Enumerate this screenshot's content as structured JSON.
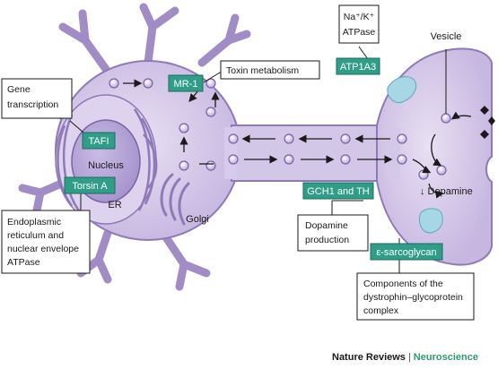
{
  "labels": {
    "nucleus": "Nucleus",
    "er": "ER",
    "golgi": "Golgi",
    "vesicle": "Vesicle",
    "dopamine": "↓ Dopamine",
    "toxin_metabolism": "Toxin metabolism"
  },
  "proteins": {
    "tafi": "TAFI",
    "torsin_a": "Torsin A",
    "mr1": "MR-1",
    "atp1a3": "ATP1A3",
    "gch1_th": "GCH1 and TH",
    "e_sarcoglycan": "ε-sarcoglycan"
  },
  "callouts": {
    "gene_transcription": [
      "Gene",
      "transcription"
    ],
    "er_atpase": [
      "Endoplasmic",
      "reticulum and",
      "nuclear envelope",
      "ATPase"
    ],
    "na_k_atpase": [
      "Na⁺/K⁺",
      "ATPase"
    ],
    "dopamine_production": [
      "Dopamine",
      "production"
    ],
    "dystrophin": [
      "Components of the",
      "dystrophin–glycoprotein",
      "complex"
    ]
  },
  "footer": {
    "brand": "Nature Reviews",
    "separator": "|",
    "journal": "Neuroscience"
  },
  "colors": {
    "cell_fill": "#cdbfe3",
    "cell_stroke": "#8f79b8",
    "protein_box": "#2f9d88",
    "nucleus_fill": "#b3a2d6",
    "channel": "#9fd0e0"
  }
}
